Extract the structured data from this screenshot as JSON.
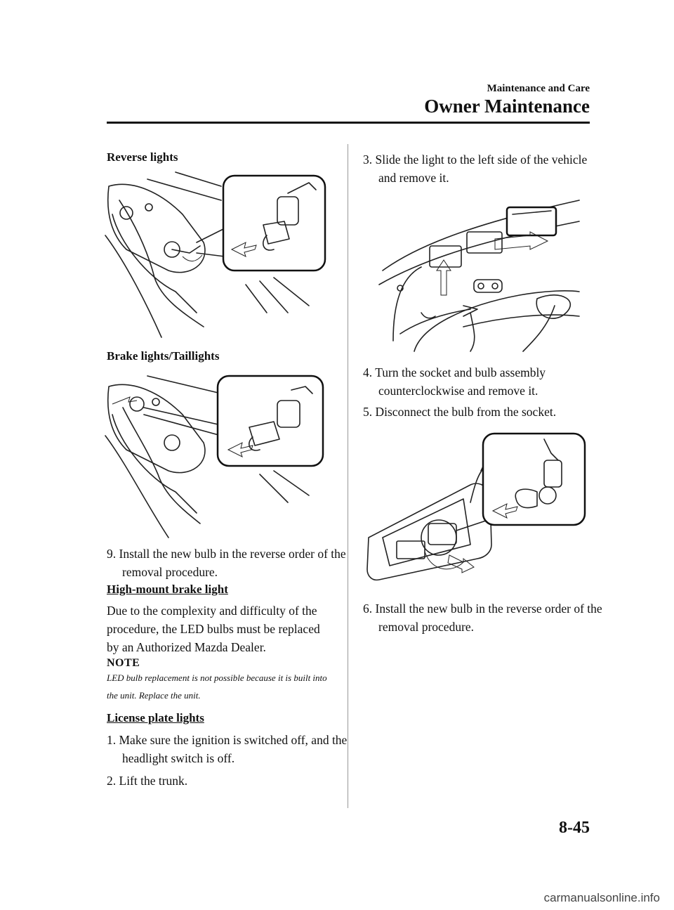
{
  "header": {
    "section": "Maintenance and Care",
    "chapter": "Owner Maintenance"
  },
  "left": {
    "reverse_lights_title": "Reverse lights",
    "brake_lights_title": "Brake lights/Taillights",
    "step9_num": "9.",
    "step9_text": "Install the new bulb in the reverse order of the removal procedure.",
    "high_mount_title": "High-mount brake light",
    "high_mount_body": "Due to the complexity and difficulty of the procedure, the LED bulbs must be replaced by an Authorized Mazda Dealer.",
    "note_label": "NOTE",
    "note_text": "LED bulb replacement is not possible because it is built into the unit. Replace the unit.",
    "license_title": "License plate lights",
    "step1_num": "1.",
    "step1_text": "Make sure the ignition is switched off, and the headlight switch is off.",
    "step2_num": "2.",
    "step2_text": "Lift the trunk."
  },
  "right": {
    "step3_num": "3.",
    "step3_text": "Slide the light to the left side of the vehicle and remove it.",
    "step4_num": "4.",
    "step4_text": "Turn the socket and bulb assembly counterclockwise and remove it.",
    "step5_num": "5.",
    "step5_text": "Disconnect the bulb from the socket.",
    "step6_num": "6.",
    "step6_text": "Install the new bulb in the reverse order of the removal procedure."
  },
  "page_number": "8-45",
  "footer": "carmanualsonline.info"
}
